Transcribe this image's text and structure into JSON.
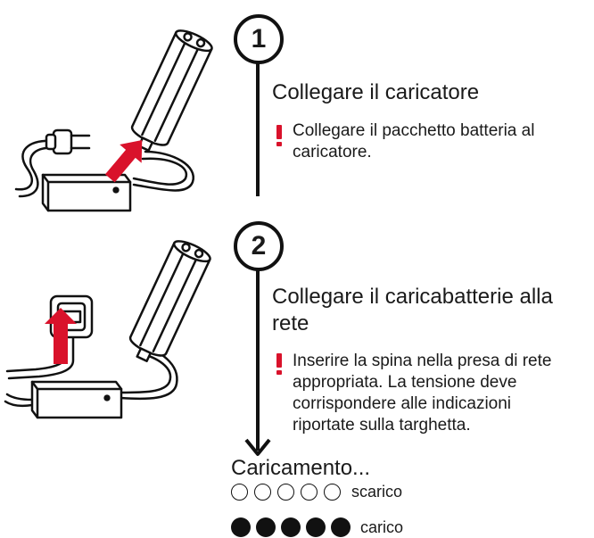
{
  "step1": {
    "number": "1",
    "title": "Collegare il caricatore",
    "note": "Collegare il pacchetto batteria al caricatore."
  },
  "step2": {
    "number": "2",
    "title": "Collegare il caricabatterie alla rete",
    "note": "Inserire la spina nella presa di rete appropriata. La tensione deve corrispondere alle indicazioni riportate sulla targhetta."
  },
  "legend": {
    "title": "Caricamento...",
    "empty_label": "scarico",
    "full_label": "carico",
    "led_count": 5
  },
  "colors": {
    "accent": "#d9122b",
    "ink": "#111111"
  },
  "icons": {
    "warning": "exclamation-icon"
  }
}
